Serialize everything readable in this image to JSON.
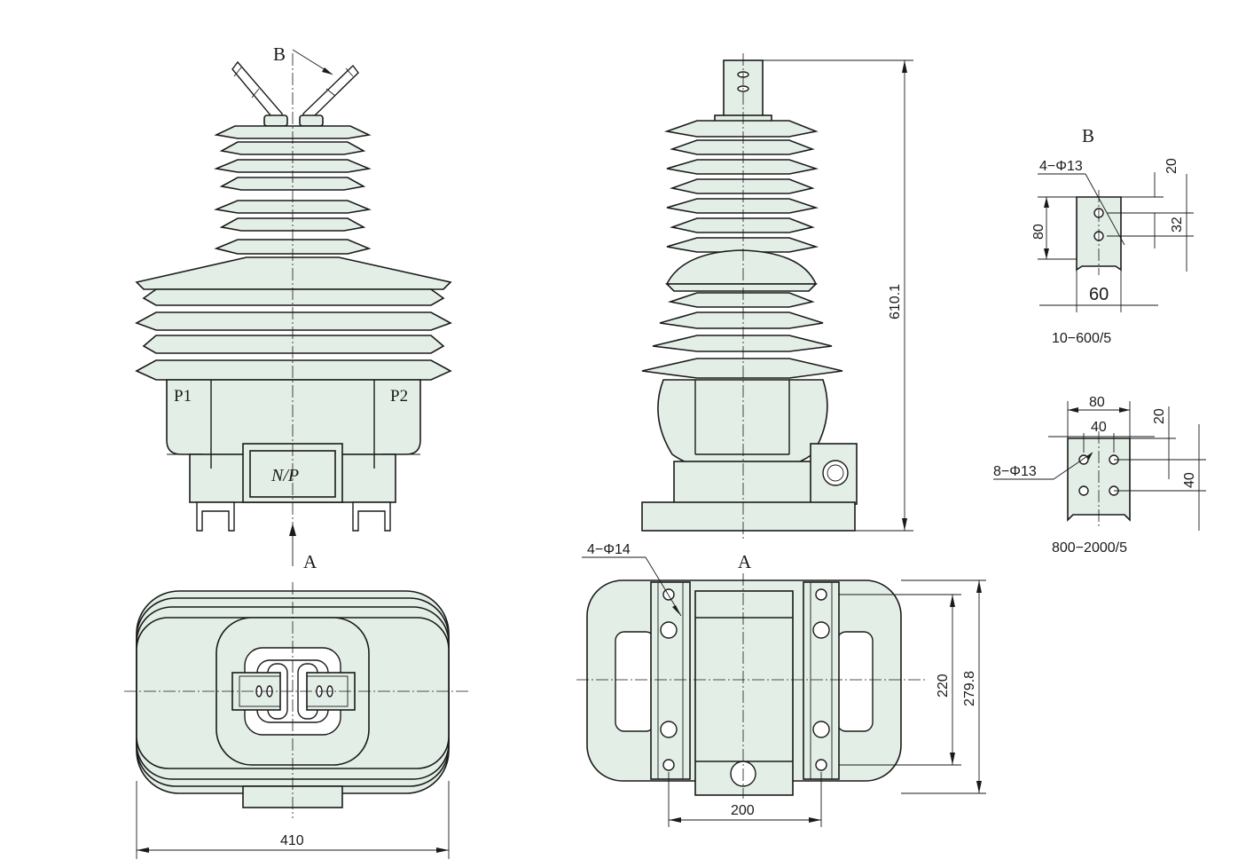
{
  "labels": {
    "view_B_top": "B",
    "view_A_left": "A",
    "view_A_right": "A",
    "detail_B": "B",
    "terminal_P1": "P1",
    "terminal_P2": "P2",
    "nameplate": "N/P"
  },
  "dimensions": {
    "width_left": "410",
    "height_total": "610.1",
    "base_220": "220",
    "base_279": "279.8",
    "base_200": "200",
    "holes_4_14": "4−Φ14"
  },
  "detail_10_600": {
    "holes": "4−Φ13",
    "dim_20": "20",
    "dim_80": "80",
    "dim_32": "32",
    "dim_60": "60",
    "caption": "10−600/5"
  },
  "detail_800_2000": {
    "dim_80": "80",
    "dim_40_top": "40",
    "dim_20": "20",
    "holes": "8−Φ13",
    "dim_40_side": "40",
    "caption": "800−2000/5"
  },
  "colors": {
    "body_fill": "#e3efe6",
    "outline": "#1a1a1a",
    "background": "#ffffff"
  }
}
